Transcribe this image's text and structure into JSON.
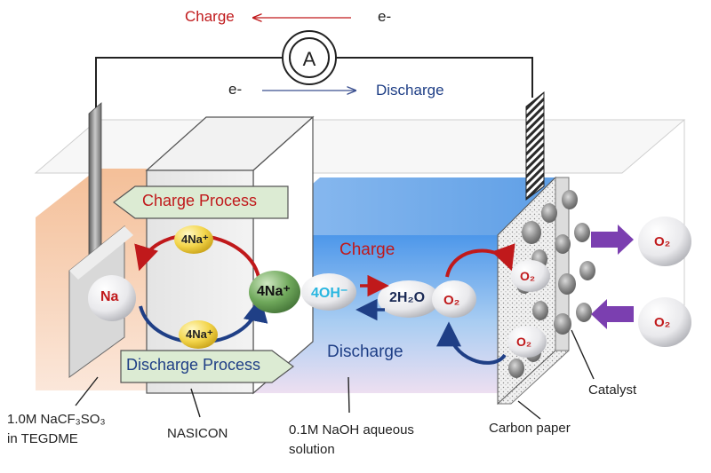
{
  "circuit": {
    "charge_label": "Charge",
    "discharge_label": "Discharge",
    "electron_top": "e-",
    "electron_bottom": "e-",
    "ammeter_symbol": "A"
  },
  "process_boxes": {
    "charge": "Charge Process",
    "discharge": "Discharge Process"
  },
  "ions": {
    "na_electrode": "Na",
    "na_top": "4Na⁺",
    "na_bottom": "4Na⁺",
    "na_interface": "4Na⁺",
    "hydroxide": "4OH⁻",
    "water": "2H₂O",
    "oxygen_center": "O₂",
    "oxygen_cathode_top": "O₂",
    "oxygen_cathode_bottom": "O₂",
    "oxygen_out": "O₂",
    "oxygen_in": "O₂"
  },
  "electrolyte_labels": {
    "charge": "Charge",
    "discharge": "Discharge"
  },
  "callouts": {
    "organic_electrolyte_line1": "1.0M NaCF₃SO₃",
    "organic_electrolyte_line2": "in TEGDME",
    "separator": "NASICON",
    "aqueous_line1": "0.1M NaOH aqueous",
    "aqueous_line2": "solution",
    "carbon_paper": "Carbon paper",
    "catalyst": "Catalyst"
  },
  "colors": {
    "charge_red": "#c0191b",
    "discharge_blue": "#1f3f86",
    "oxygen_arrow": "#7b3fb0",
    "process_box": "#dcebd3",
    "aqueous_top": "#5b9fe6",
    "organic": "#f6c9a8"
  }
}
